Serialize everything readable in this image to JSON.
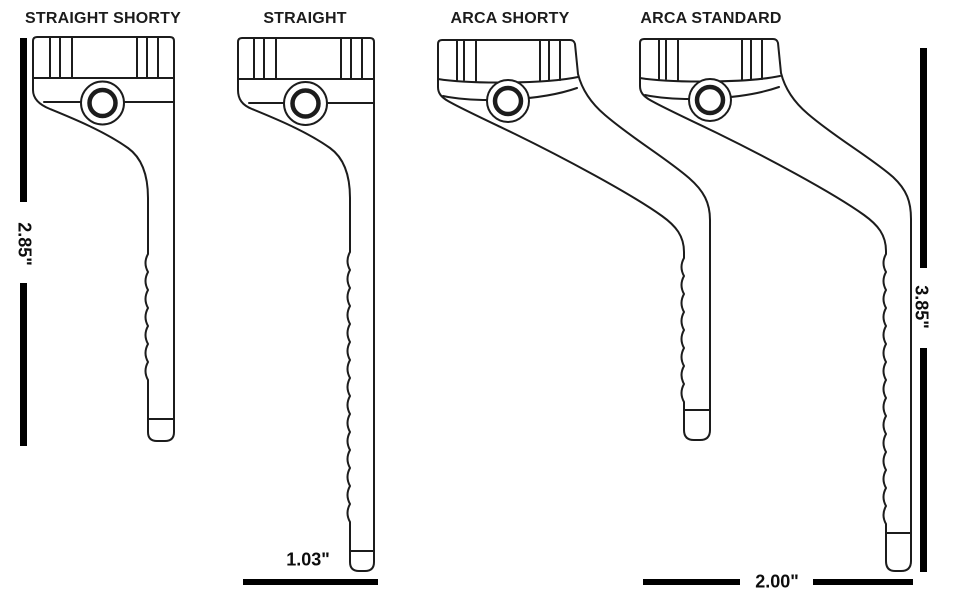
{
  "figure": {
    "handle_labels": [
      "STRAIGHT SHORTY",
      "STRAIGHT",
      "ARCA SHORTY",
      "ARCA STANDARD"
    ],
    "dimensions": {
      "left_vertical": "2.85\"",
      "bottom_left_horizontal": "1.03\"",
      "right_vertical": "3.85\"",
      "bottom_right_horizontal": "2.00\""
    },
    "colors": {
      "line": "#1c1c1c",
      "text": "#0d0d0d",
      "dimension_bar": "#000000",
      "background": "#ffffff"
    }
  }
}
